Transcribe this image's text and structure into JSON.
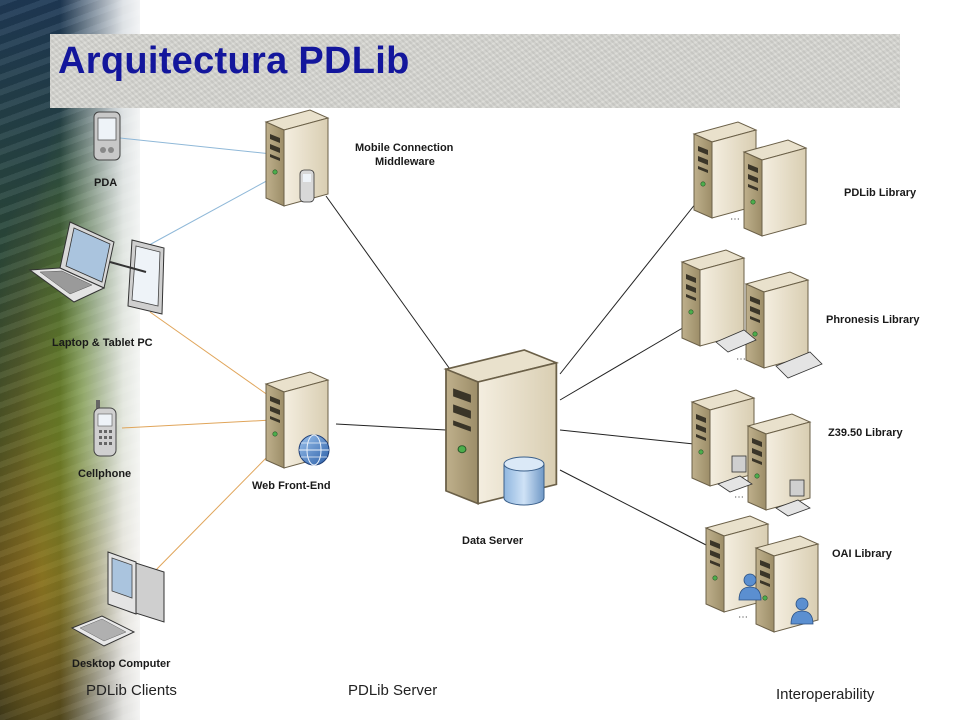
{
  "title": "Arquitectura PDLib",
  "nodes": {
    "pda": "PDA",
    "laptop_tablet": "Laptop & Tablet PC",
    "cellphone": "Cellphone",
    "desktop": "Desktop Computer",
    "mobile_middleware_line1": "Mobile Connection",
    "mobile_middleware_line2": "Middleware",
    "web_front_end": "Web Front-End",
    "data_server": "Data Server",
    "pdlib_library": "PDLib Library",
    "phronesis_library": "Phronesis Library",
    "z3950_library": "Z39.50 Library",
    "oai_library": "OAI Library"
  },
  "sections": {
    "clients": "PDLib Clients",
    "server": "PDLib Server",
    "interoperability": "Interoperability"
  },
  "colors": {
    "title": "#13169c",
    "link_mobile": "#8fb8d8",
    "link_web": "#e0a55a",
    "link_core": "#222222"
  },
  "icons": [
    "pda-icon",
    "laptop-icon",
    "tablet-icon",
    "cellphone-icon",
    "desktop-computer-icon",
    "server-icon",
    "globe-icon",
    "database-icon",
    "user-icon"
  ]
}
